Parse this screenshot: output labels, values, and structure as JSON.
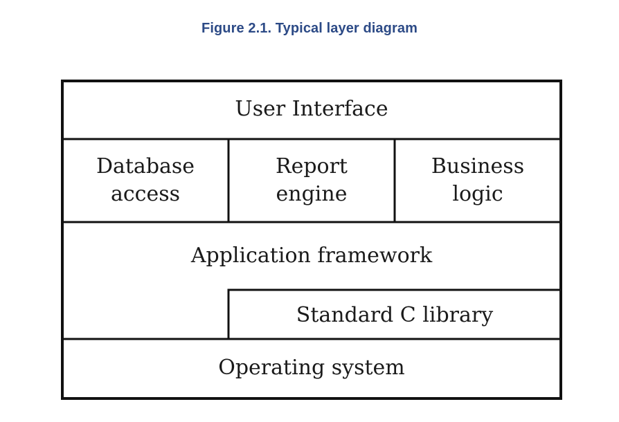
{
  "figure": {
    "caption": "Figure 2.1. Typical layer diagram"
  },
  "layers": {
    "user_interface": "User Interface",
    "database_access": [
      "Database",
      "access"
    ],
    "report_engine": [
      "Report",
      "engine"
    ],
    "business_logic": [
      "Business",
      "logic"
    ],
    "application_framework": "Application framework",
    "standard_c_library": "Standard C library",
    "operating_system": "Operating system"
  },
  "colors": {
    "caption": "#2c4a86",
    "line": "#111111",
    "text": "#1a1a1a"
  }
}
